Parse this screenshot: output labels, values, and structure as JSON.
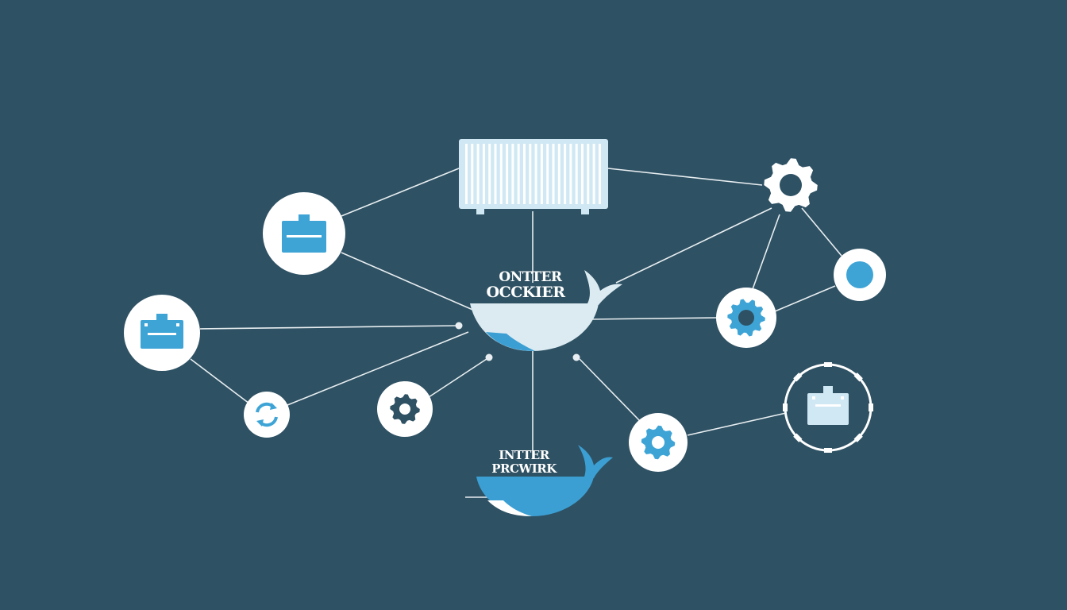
{
  "colors": {
    "background": "#2e5163",
    "line": "#e8eef1",
    "node_fill": "#ffffff",
    "accent": "#3ea4d6",
    "accent_light": "#cfe8f3",
    "whale_top": "#dcebf2",
    "whale_bottom": "#3c9fd3",
    "dark_icon": "#2e5163"
  },
  "diagram": {
    "top_whale": {
      "label_line1": "ONTTER",
      "label_line2": "OCCKIER"
    },
    "bottom_whale": {
      "label_line1": "INTTER",
      "label_line2": "PRCWIRK"
    },
    "icons": [
      "container-icon",
      "toolbox-icon",
      "toolbox-icon",
      "gear-icon",
      "circle-dot-icon",
      "gear-icon",
      "refresh-icon",
      "gear-icon",
      "gear-icon",
      "toolbox-icon"
    ]
  }
}
